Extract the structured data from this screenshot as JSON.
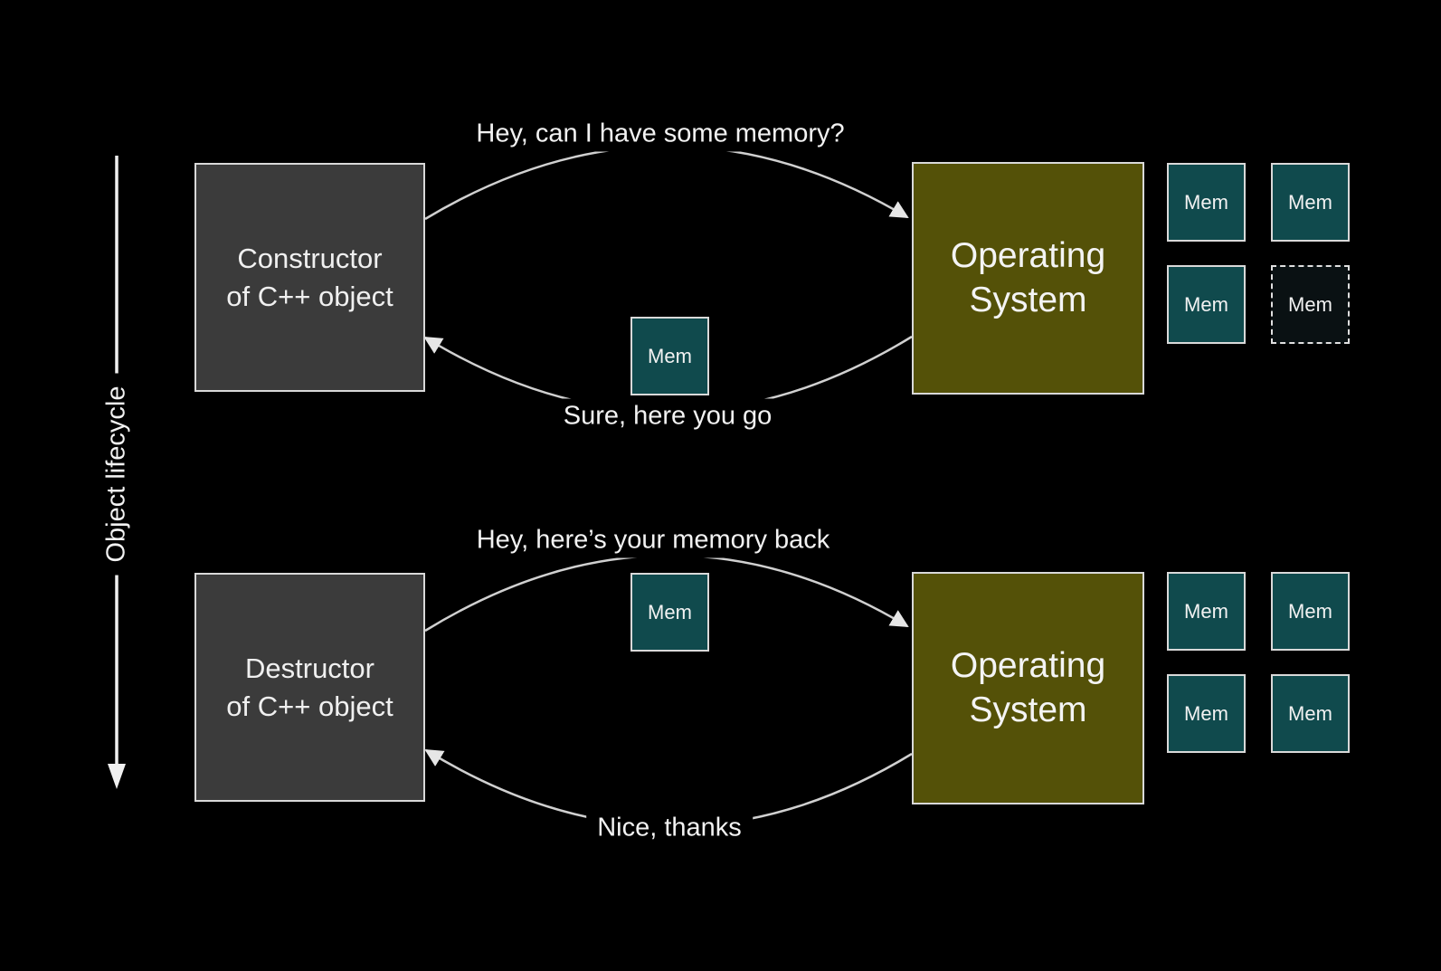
{
  "lifecycle": {
    "label": "Object lifecycle"
  },
  "top_flow": {
    "actor": {
      "line1": "Constructor",
      "line2": "of C++ object"
    },
    "os": {
      "line1": "Operating",
      "line2": "System"
    },
    "request_label": "Hey, can I have some memory?",
    "response_label": "Sure, here you go",
    "transfer_mem": {
      "label": "Mem"
    },
    "mem_grid": [
      {
        "label": "Mem",
        "state": "solid"
      },
      {
        "label": "Mem",
        "state": "solid"
      },
      {
        "label": "Mem",
        "state": "solid"
      },
      {
        "label": "Mem",
        "state": "dashed"
      }
    ]
  },
  "bottom_flow": {
    "actor": {
      "line1": "Destructor",
      "line2": "of C++ object"
    },
    "os": {
      "line1": "Operating",
      "line2": "System"
    },
    "request_label": "Hey, here’s your memory back",
    "response_label": "Nice, thanks",
    "transfer_mem": {
      "label": "Mem"
    },
    "mem_grid": [
      {
        "label": "Mem",
        "state": "solid"
      },
      {
        "label": "Mem",
        "state": "solid"
      },
      {
        "label": "Mem",
        "state": "solid"
      },
      {
        "label": "Mem",
        "state": "solid"
      }
    ]
  },
  "colors": {
    "background": "#000000",
    "actor_box_fill": "#3b3b3b",
    "os_box_fill": "#545108",
    "mem_fill": "#104a4d",
    "mem_freed_fill": "#0a1113",
    "border": "#d9d9d9",
    "arrow": "#d0d0d0",
    "text": "#f2f2f2"
  }
}
